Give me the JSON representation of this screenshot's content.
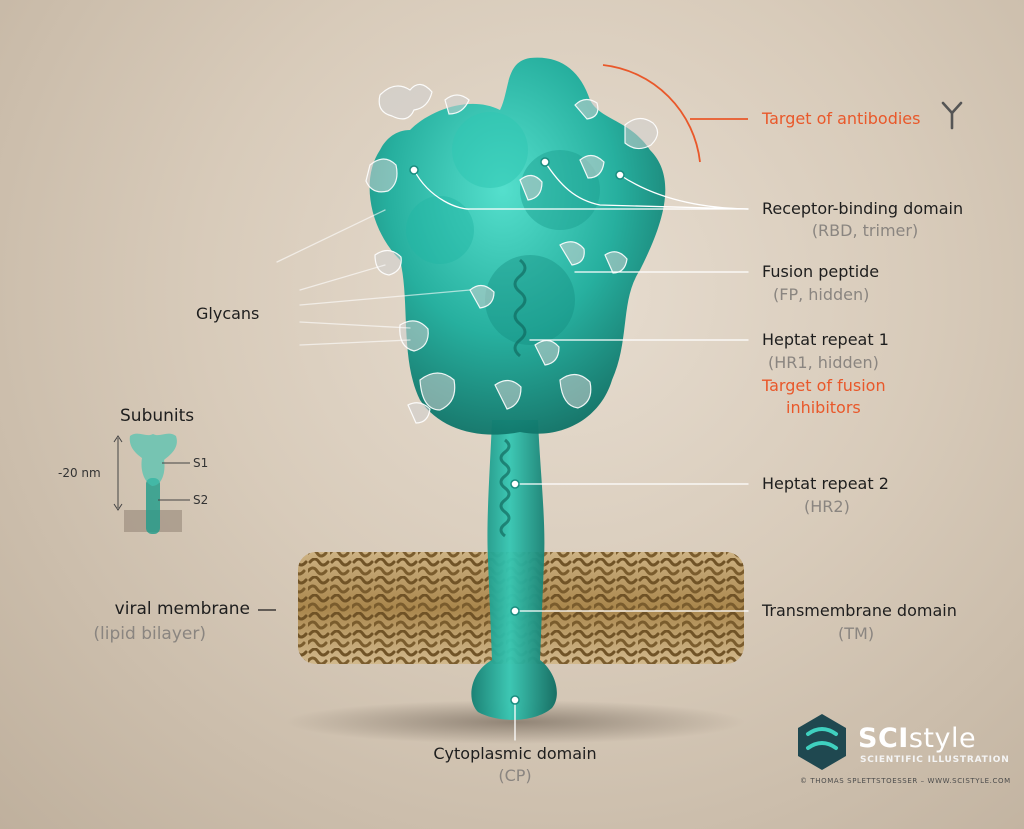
{
  "labels": {
    "antibodies": "Target of antibodies",
    "rbd": "Receptor-binding domain",
    "rbd_sub": "(RBD, trimer)",
    "fp": "Fusion peptide",
    "fp_sub": "(FP, hidden)",
    "hr1": "Heptat repeat 1",
    "hr1_sub": "(HR1, hidden)",
    "fusion_inhibitors_1": "Target of fusion",
    "fusion_inhibitors_2": "inhibitors",
    "hr2": "Heptat repeat 2",
    "hr2_sub": "(HR2)",
    "tm": "Transmembrane domain",
    "tm_sub": "(TM)",
    "cp": "Cytoplasmic domain",
    "cp_sub": "(CP)",
    "glycans": "Glycans",
    "membrane": "viral membrane",
    "membrane_sub": "(lipid bilayer)"
  },
  "subunits": {
    "title": "Subunits",
    "size": "-20 nm",
    "s1": "S1",
    "s2": "S2"
  },
  "logo": {
    "name_bold": "SCI",
    "name_light": "style",
    "tagline": "SCIENTIFIC ILLUSTRATION",
    "copyright": "© THOMAS SPLETTSTOESSER – WWW.SCISTYLE.COM"
  },
  "colors": {
    "protein": "#1fae9d",
    "highlight": "#e9582a",
    "membrane": "#b8975a",
    "logo_badge": "#1f4850"
  },
  "icons": {
    "antibody": "antibody-icon",
    "logo": "scistyle-logo-icon"
  }
}
